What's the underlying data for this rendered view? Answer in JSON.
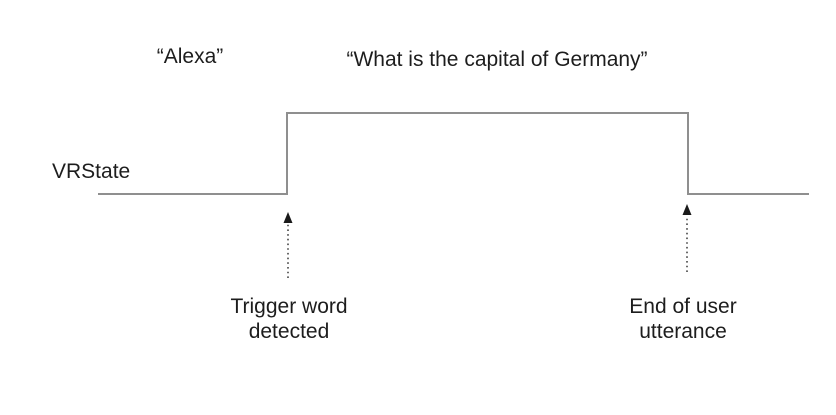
{
  "diagram": {
    "spoken_phrases": {
      "trigger": "“Alexa”",
      "utterance": "“What is the capital of Germany”"
    },
    "signal": {
      "label": "VRState",
      "states": [
        "low",
        "high",
        "low"
      ]
    },
    "annotations": {
      "rising": {
        "line1": "Trigger word",
        "line2": "detected"
      },
      "falling": {
        "line1": "End of user",
        "line2": "utterance"
      }
    },
    "colors": {
      "waveform": "#8f8f8f",
      "arrow": "#1a1a1a",
      "text": "#1d1d1d",
      "background": "#ffffff"
    }
  }
}
